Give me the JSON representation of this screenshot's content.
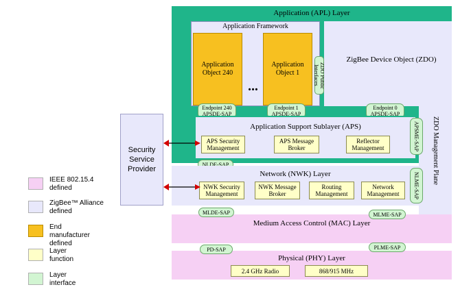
{
  "colors": {
    "ieee": "#f6d0f4",
    "zigbee": "#e8e8fb",
    "end_manufacturer": "#f7c020",
    "layer_function": "#ffffc8",
    "layer_interface": "#d2f5d2",
    "apl_frame": "#1fb58a",
    "arrow": "#d40000"
  },
  "apl": {
    "title": "Application (APL) Layer",
    "framework_title": "Application Framework",
    "app_object_240": "Application Object 240",
    "app_object_1": "Application Object 1",
    "ellipsis": "• • •",
    "zdo_public_interfaces": "ZDO Public Interfaces",
    "zdo": "ZigBee Device Object (ZDO)",
    "endpoint_240": "Endpoint 240",
    "endpoint_240_sap": "APSDE-SAP",
    "endpoint_1": "Endpoint 1",
    "endpoint_1_sap": "APSDE-SAP",
    "endpoint_0": "Endpoint 0",
    "endpoint_0_sap": "APSDE-SAP"
  },
  "aps": {
    "title": "Application Support Sublayer (APS)",
    "security": "APS Security Management",
    "message_broker": "APS Message Broker",
    "reflector": "Reflector Management",
    "apsme_sap": "APSME-SAP"
  },
  "nlde_sap": "NLDE-SAP",
  "nwk": {
    "title": "Network (NWK) Layer",
    "security": "NWK Security Management",
    "message_broker": "NWK Message Broker",
    "routing": "Routing Management",
    "network": "Network Management",
    "nlme_sap": "NLME-SAP"
  },
  "zdo_management_plane": "ZDO Management Plane",
  "security_provider": "Security Service Provider",
  "mlde_sap": "MLDE-SAP",
  "mlme_sap": "MLME-SAP",
  "mac": {
    "title": "Medium Access Control (MAC) Layer"
  },
  "pd_sap": "PD-SAP",
  "plme_sap": "PLME-SAP",
  "phy": {
    "title": "Physical (PHY) Layer",
    "radio_24": "2.4 GHz Radio",
    "radio_868": "868/915 MHz"
  },
  "legend": [
    {
      "label": "IEEE 802.15.4 defined",
      "color": "#f6d0f4"
    },
    {
      "label": "ZigBee™ Alliance defined",
      "color": "#e8e8fb"
    },
    {
      "label": "End manufacturer defined",
      "color": "#f7c020"
    },
    {
      "label": "Layer function",
      "color": "#ffffc8"
    },
    {
      "label": "Layer interface",
      "color": "#d2f5d2"
    }
  ]
}
